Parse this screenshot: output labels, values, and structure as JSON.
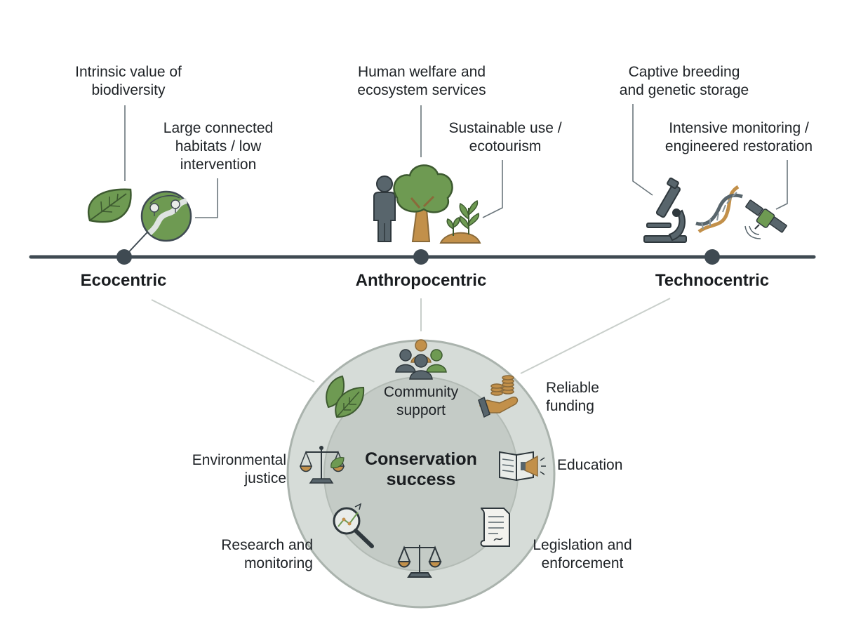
{
  "axis": {
    "poles": [
      {
        "id": "ecocentric",
        "label": "Ecocentric"
      },
      {
        "id": "anthropocentric",
        "label": "Anthropocentric"
      },
      {
        "id": "technocentric",
        "label": "Technocentric"
      }
    ]
  },
  "annotations": {
    "ecocentric": [
      {
        "lines": [
          "Intrinsic value of",
          "biodiversity"
        ]
      },
      {
        "lines": [
          "Large connected",
          "habitats / low",
          "intervention"
        ]
      }
    ],
    "anthropocentric": [
      {
        "lines": [
          "Human welfare and",
          "ecosystem services"
        ]
      },
      {
        "lines": [
          "Sustainable use /",
          "ecotourism"
        ]
      }
    ],
    "technocentric": [
      {
        "lines": [
          "Captive breeding",
          "and genetic storage"
        ]
      },
      {
        "lines": [
          "Intensive monitoring /",
          "engineered restoration"
        ]
      }
    ]
  },
  "hub": {
    "title_lines": [
      "Conservation",
      "success"
    ],
    "factors": [
      {
        "id": "community-support",
        "lines": [
          "Community",
          "support"
        ],
        "icon": "people-group-icon"
      },
      {
        "id": "reliable-funding",
        "lines": [
          "Reliable",
          "funding"
        ],
        "icon": "hand-coins-icon"
      },
      {
        "id": "education",
        "lines": [
          "Education"
        ],
        "icon": "book-megaphone-icon"
      },
      {
        "id": "legislation",
        "lines": [
          "Legislation and",
          "enforcement"
        ],
        "icon": "legal-document-icon"
      },
      {
        "id": "scales",
        "lines": [],
        "icon": "scales-icon"
      },
      {
        "id": "research",
        "lines": [
          "Research and",
          "monitoring"
        ],
        "icon": "magnifier-chart-icon"
      },
      {
        "id": "environmental-justice",
        "lines": [
          "Environmental",
          "justice"
        ],
        "icon": "scales-leaf-icon"
      },
      {
        "id": "leaves",
        "lines": [],
        "icon": "leaves-icon"
      }
    ]
  },
  "colors": {
    "axis": "#3f4a52",
    "green": "#6e9a52",
    "green_dark": "#3d5a30",
    "ochre": "#c2904a",
    "slate": "#58656c",
    "ring_outer": "#d6dcd8",
    "ring_inner": "#c4cbc6",
    "connector": "#c9cfcb"
  }
}
